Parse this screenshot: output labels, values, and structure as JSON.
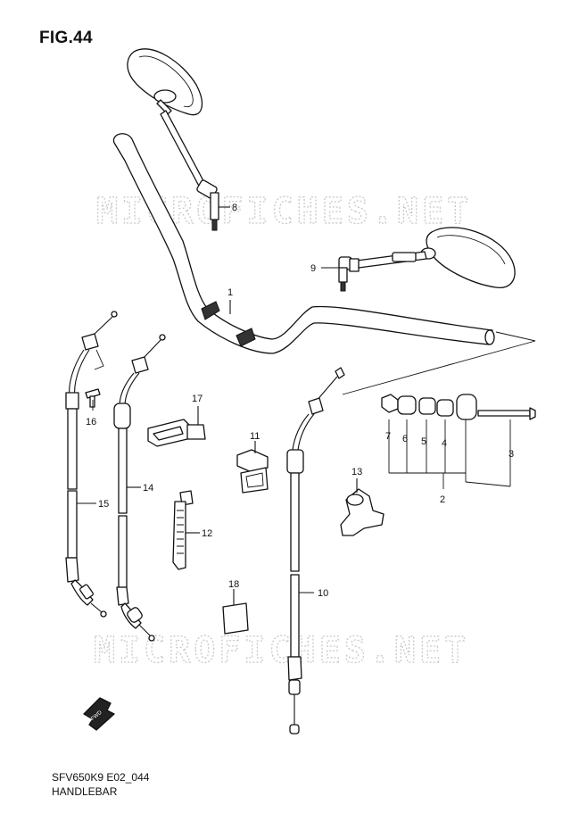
{
  "figure": {
    "title": "FIG.44",
    "code": "SFV650K9 E02_044",
    "name": "HANDLEBAR"
  },
  "watermark": {
    "text": "MICROFICHES.NET"
  },
  "fwd_arrow": {
    "text": "FWD"
  },
  "callouts": [
    "1",
    "2",
    "3",
    "4",
    "5",
    "6",
    "7",
    "8",
    "9",
    "10",
    "11",
    "12",
    "13",
    "14",
    "15",
    "16",
    "17",
    "18"
  ]
}
